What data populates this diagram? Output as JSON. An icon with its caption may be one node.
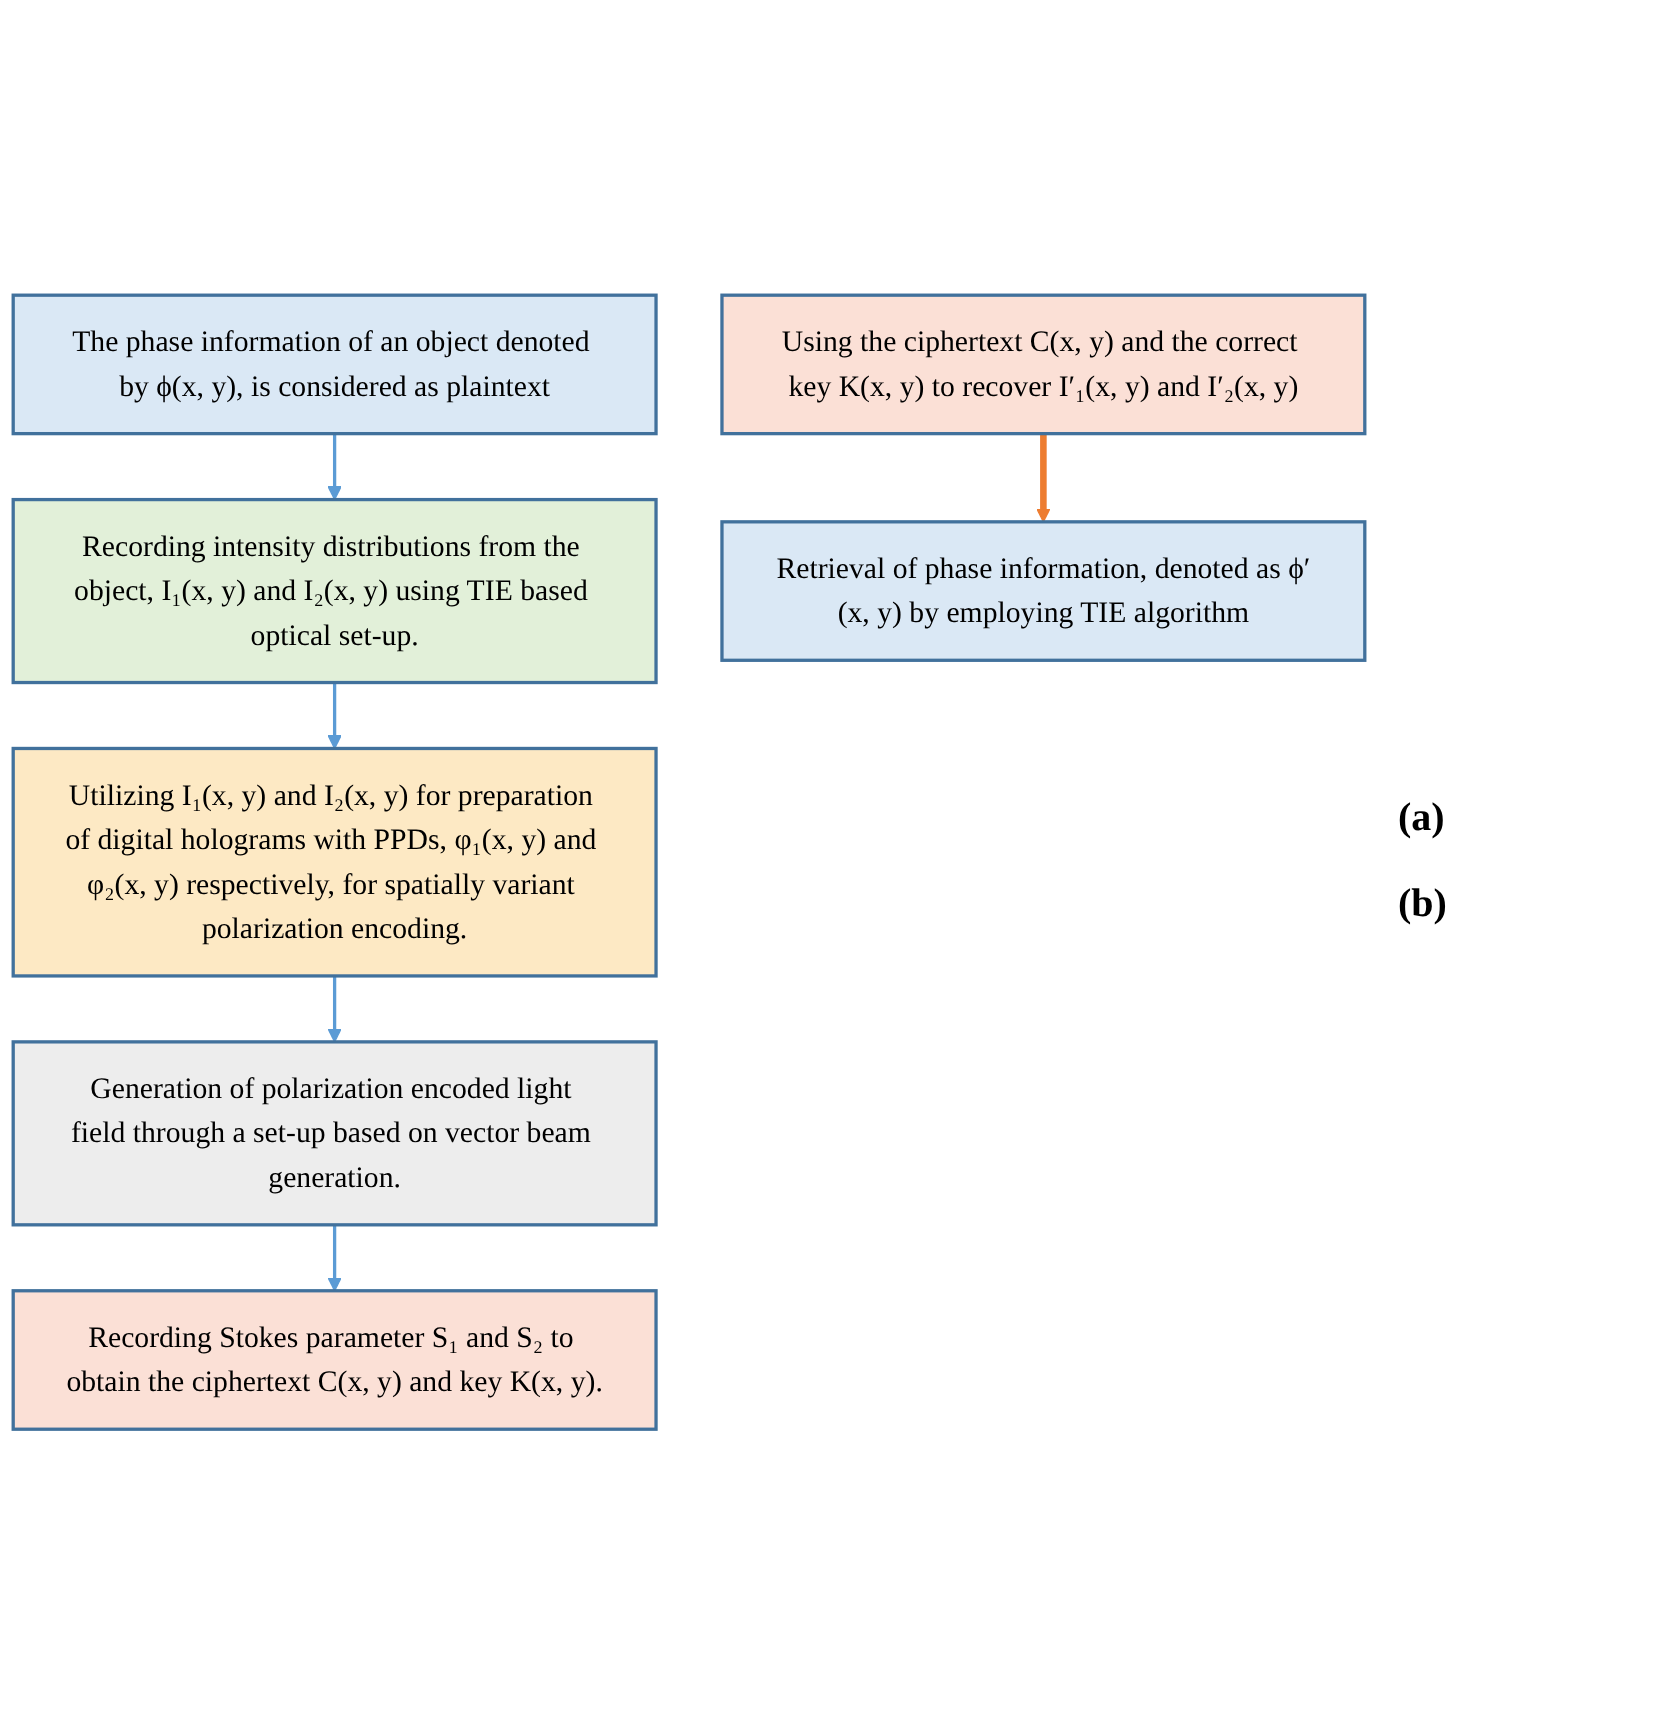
{
  "diagram": {
    "nodes": [
      {
        "text": [
          "The phase information of an object denoted by ϕ(x, y), is considered as plaintext"
        ]
      },
      {
        "text": [
          "Recording intensity distributions from the object, I₁(x, y) and I₂(x, y) using TIE based optical set-up."
        ]
      },
      {
        "text": [
          "Utilizing I₁(x, y) and I₂(x, y) for preparation of digital holograms with PPDs, φ₁(x, y) and φ₂(x, y) respectively, for spatially variant polarization encoding."
        ]
      },
      {
        "text": [
          "Generation of polarization encoded light field through a set-up based on vector beam generation."
        ]
      },
      {
        "text": [
          "Recording Stokes parameter S₁ and S₂ to obtain the ciphertext C(x, y) and key K(x, y)."
        ]
      },
      {
        "text": [
          "Using the ciphertext C(x, y) and the correct key K(x, y) to recover I′₁(x, y) and I′₂(x, y)"
        ]
      },
      {
        "text": [
          "Retrieval of phase information, denoted as ϕ′(x, y) by employing TIE algorithm"
        ]
      }
    ],
    "edges": [
      {
        "from": 0,
        "to": 1,
        "arrow": "to"
      },
      {
        "from": 1,
        "to": 2,
        "arrow": "to"
      },
      {
        "from": 2,
        "to": 3,
        "arrow": "to"
      },
      {
        "from": 3,
        "to": 4,
        "arrow": "to"
      },
      {
        "from": 5,
        "to": 6,
        "arrow": "to",
        "style": "thick",
        "color": "#ed7d31"
      }
    ],
    "labels": [
      "(a)",
      "(b)"
    ]
  }
}
